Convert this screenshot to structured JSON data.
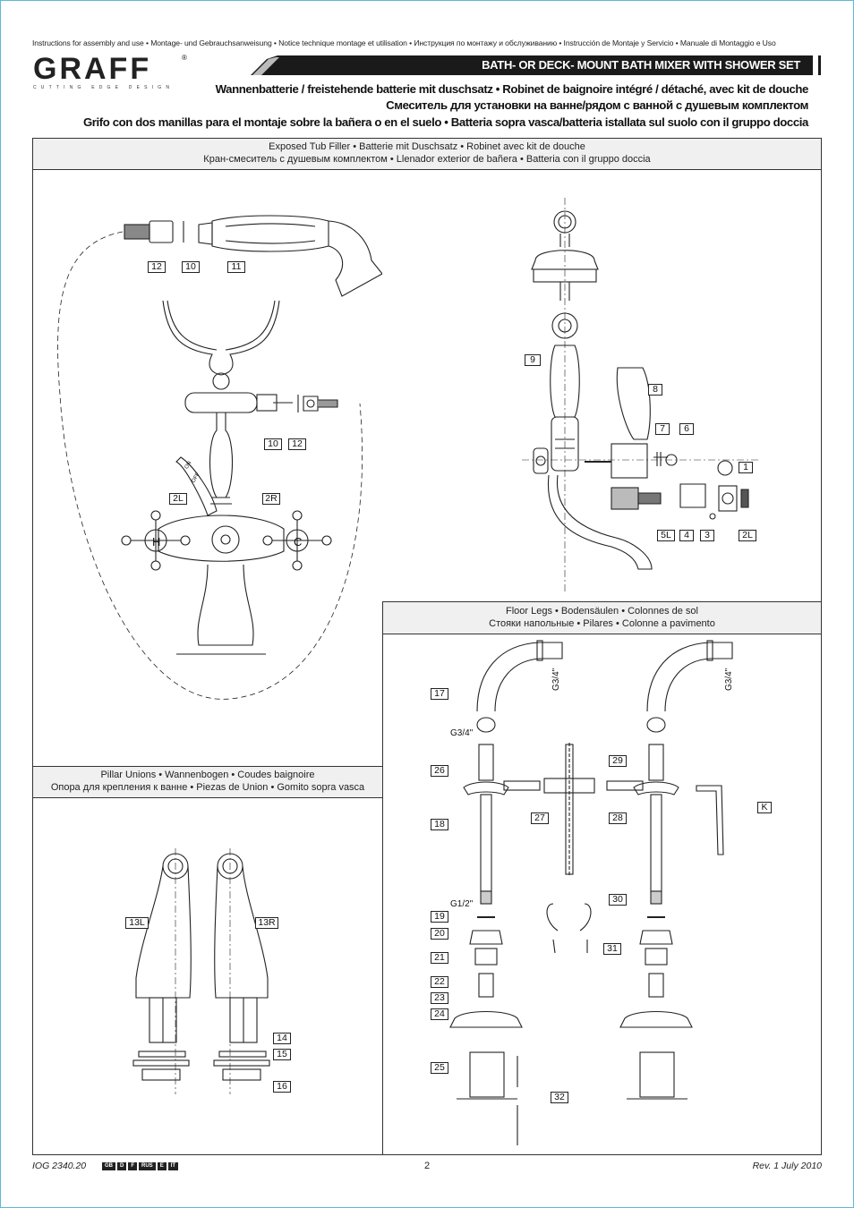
{
  "header": {
    "languages_line": "Instructions for assembly and use • Montage- und Gebrauchsanweisung • Notice technique montage et utilisation • Инструкция по монтажу и обслуживанию • Instrucción de Montaje y Servicio • Manuale di Montaggio e Uso",
    "brand": "GRAFF",
    "brand_tagline": "CUTTING EDGE DESIGN",
    "brand_mark": "®",
    "title": "BATH- OR DECK- MOUNT BATH MIXER WITH SHOWER SET",
    "subtitle_de_fr": "Wannenbatterie / freistehende batterie mit duschsatz • Robinet de baignoire intégré / détaché, avec kit de douche",
    "subtitle_ru": "Смеситель для установки на ванне/рядом с ванной с душевым комплектом",
    "subtitle_es_it": "Grifo con dos manillas para el montaje sobre la bañera o en el suelo • Batteria sopra vasca/batteria istallata sul suolo con il gruppo doccia"
  },
  "panels": {
    "exposed": {
      "head_line1": "Exposed Tub Filler • Batterie mit Duschsatz • Robinet avec kit de douche",
      "head_line2": "Кран-смеситель с душевым комплектом • Llenador exterior de bañera • Batteria con il gruppo doccia",
      "on_label": "ON",
      "off_label": "OFF",
      "hot_label": "H",
      "cold_label": "C",
      "labels": [
        "12",
        "10",
        "11",
        "10",
        "12",
        "2L",
        "2R",
        "9",
        "8",
        "7",
        "6",
        "1",
        "5L",
        "4",
        "3",
        "2L"
      ]
    },
    "floor": {
      "head_line1": "Floor Legs • Bodensäulen • Colonnes de sol",
      "head_line2": "Стояки напольные • Pilares • Colonne a pavimento",
      "dims": [
        "G3/4\"",
        "G3/4\"",
        "G3/4\"",
        "G1/2\""
      ],
      "labels": [
        "17",
        "26",
        "18",
        "27",
        "28",
        "29",
        "K",
        "30",
        "19",
        "20",
        "21",
        "31",
        "22",
        "23",
        "24",
        "25",
        "32"
      ]
    },
    "pillar": {
      "head_line1": "Pillar Unions • Wannenbogen • Coudes baignoire",
      "head_line2": "Опора для крепления к ванне • Piezas de Union • Gomito sopra vasca",
      "labels": [
        "13L",
        "13R",
        "14",
        "15",
        "16"
      ]
    }
  },
  "footer": {
    "doc_id": "IOG 2340.20",
    "languages": [
      "GB",
      "D",
      "F",
      "RUS",
      "E",
      "IT"
    ],
    "page": "2",
    "revision": "Rev. 1 July 2010"
  },
  "colors": {
    "title_bar": "#1a1a1a",
    "panel_head_bg": "#f0f0f0",
    "frame_accent": "#5fb8d8"
  }
}
